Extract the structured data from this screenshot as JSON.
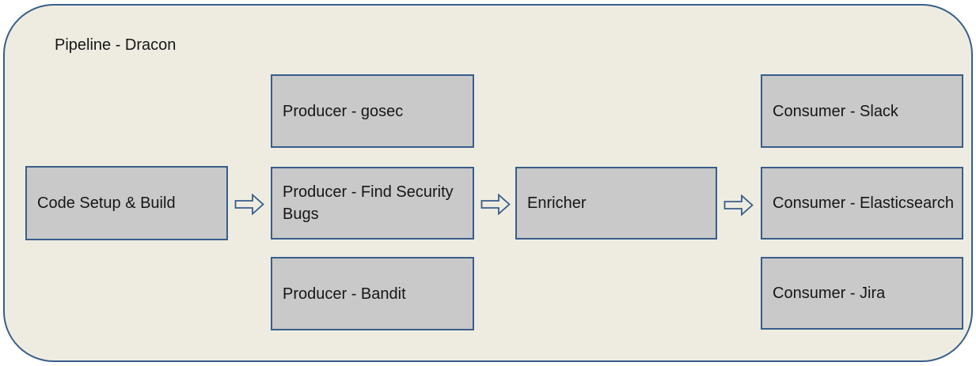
{
  "diagram": {
    "title": "Pipeline - Dracon",
    "nodes": [
      {
        "id": "code-setup-build",
        "label": "Code Setup & Build"
      },
      {
        "id": "producer-gosec",
        "label": "Producer - gosec"
      },
      {
        "id": "producer-find-security-bugs",
        "label": "Producer - Find Security Bugs"
      },
      {
        "id": "producer-bandit",
        "label": "Producer - Bandit"
      },
      {
        "id": "enricher",
        "label": "Enricher"
      },
      {
        "id": "consumer-slack",
        "label": "Consumer - Slack"
      },
      {
        "id": "consumer-elasticsearch",
        "label": "Consumer - Elasticsearch"
      },
      {
        "id": "consumer-jira",
        "label": "Consumer - Jira"
      }
    ],
    "connections": [
      {
        "from": "Code Setup & Build",
        "to": "Producer - Find Security Bugs",
        "icon": "right-arrow-icon"
      },
      {
        "from": "Producer - Find Security Bugs",
        "to": "Enricher",
        "icon": "right-arrow-icon"
      },
      {
        "from": "Enricher",
        "to": "Consumer - Elasticsearch",
        "icon": "right-arrow-icon"
      }
    ],
    "colors": {
      "page_background": "#ffffff",
      "canvas_background": "#eeece1",
      "node_fill": "#c9c9c9",
      "border_blue": "#385d8a",
      "text": "#161616"
    }
  }
}
